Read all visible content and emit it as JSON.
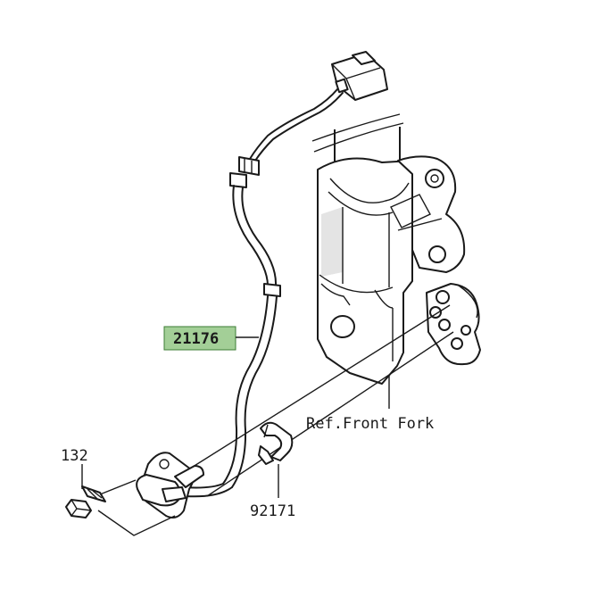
{
  "callouts": {
    "sensor_part": "21176",
    "bolt_part": "132",
    "clamp_part": "92171",
    "fork_reference": "Ref.Front Fork"
  },
  "colors": {
    "highlight": "#a3cf97",
    "line": "#1a1a1a"
  }
}
